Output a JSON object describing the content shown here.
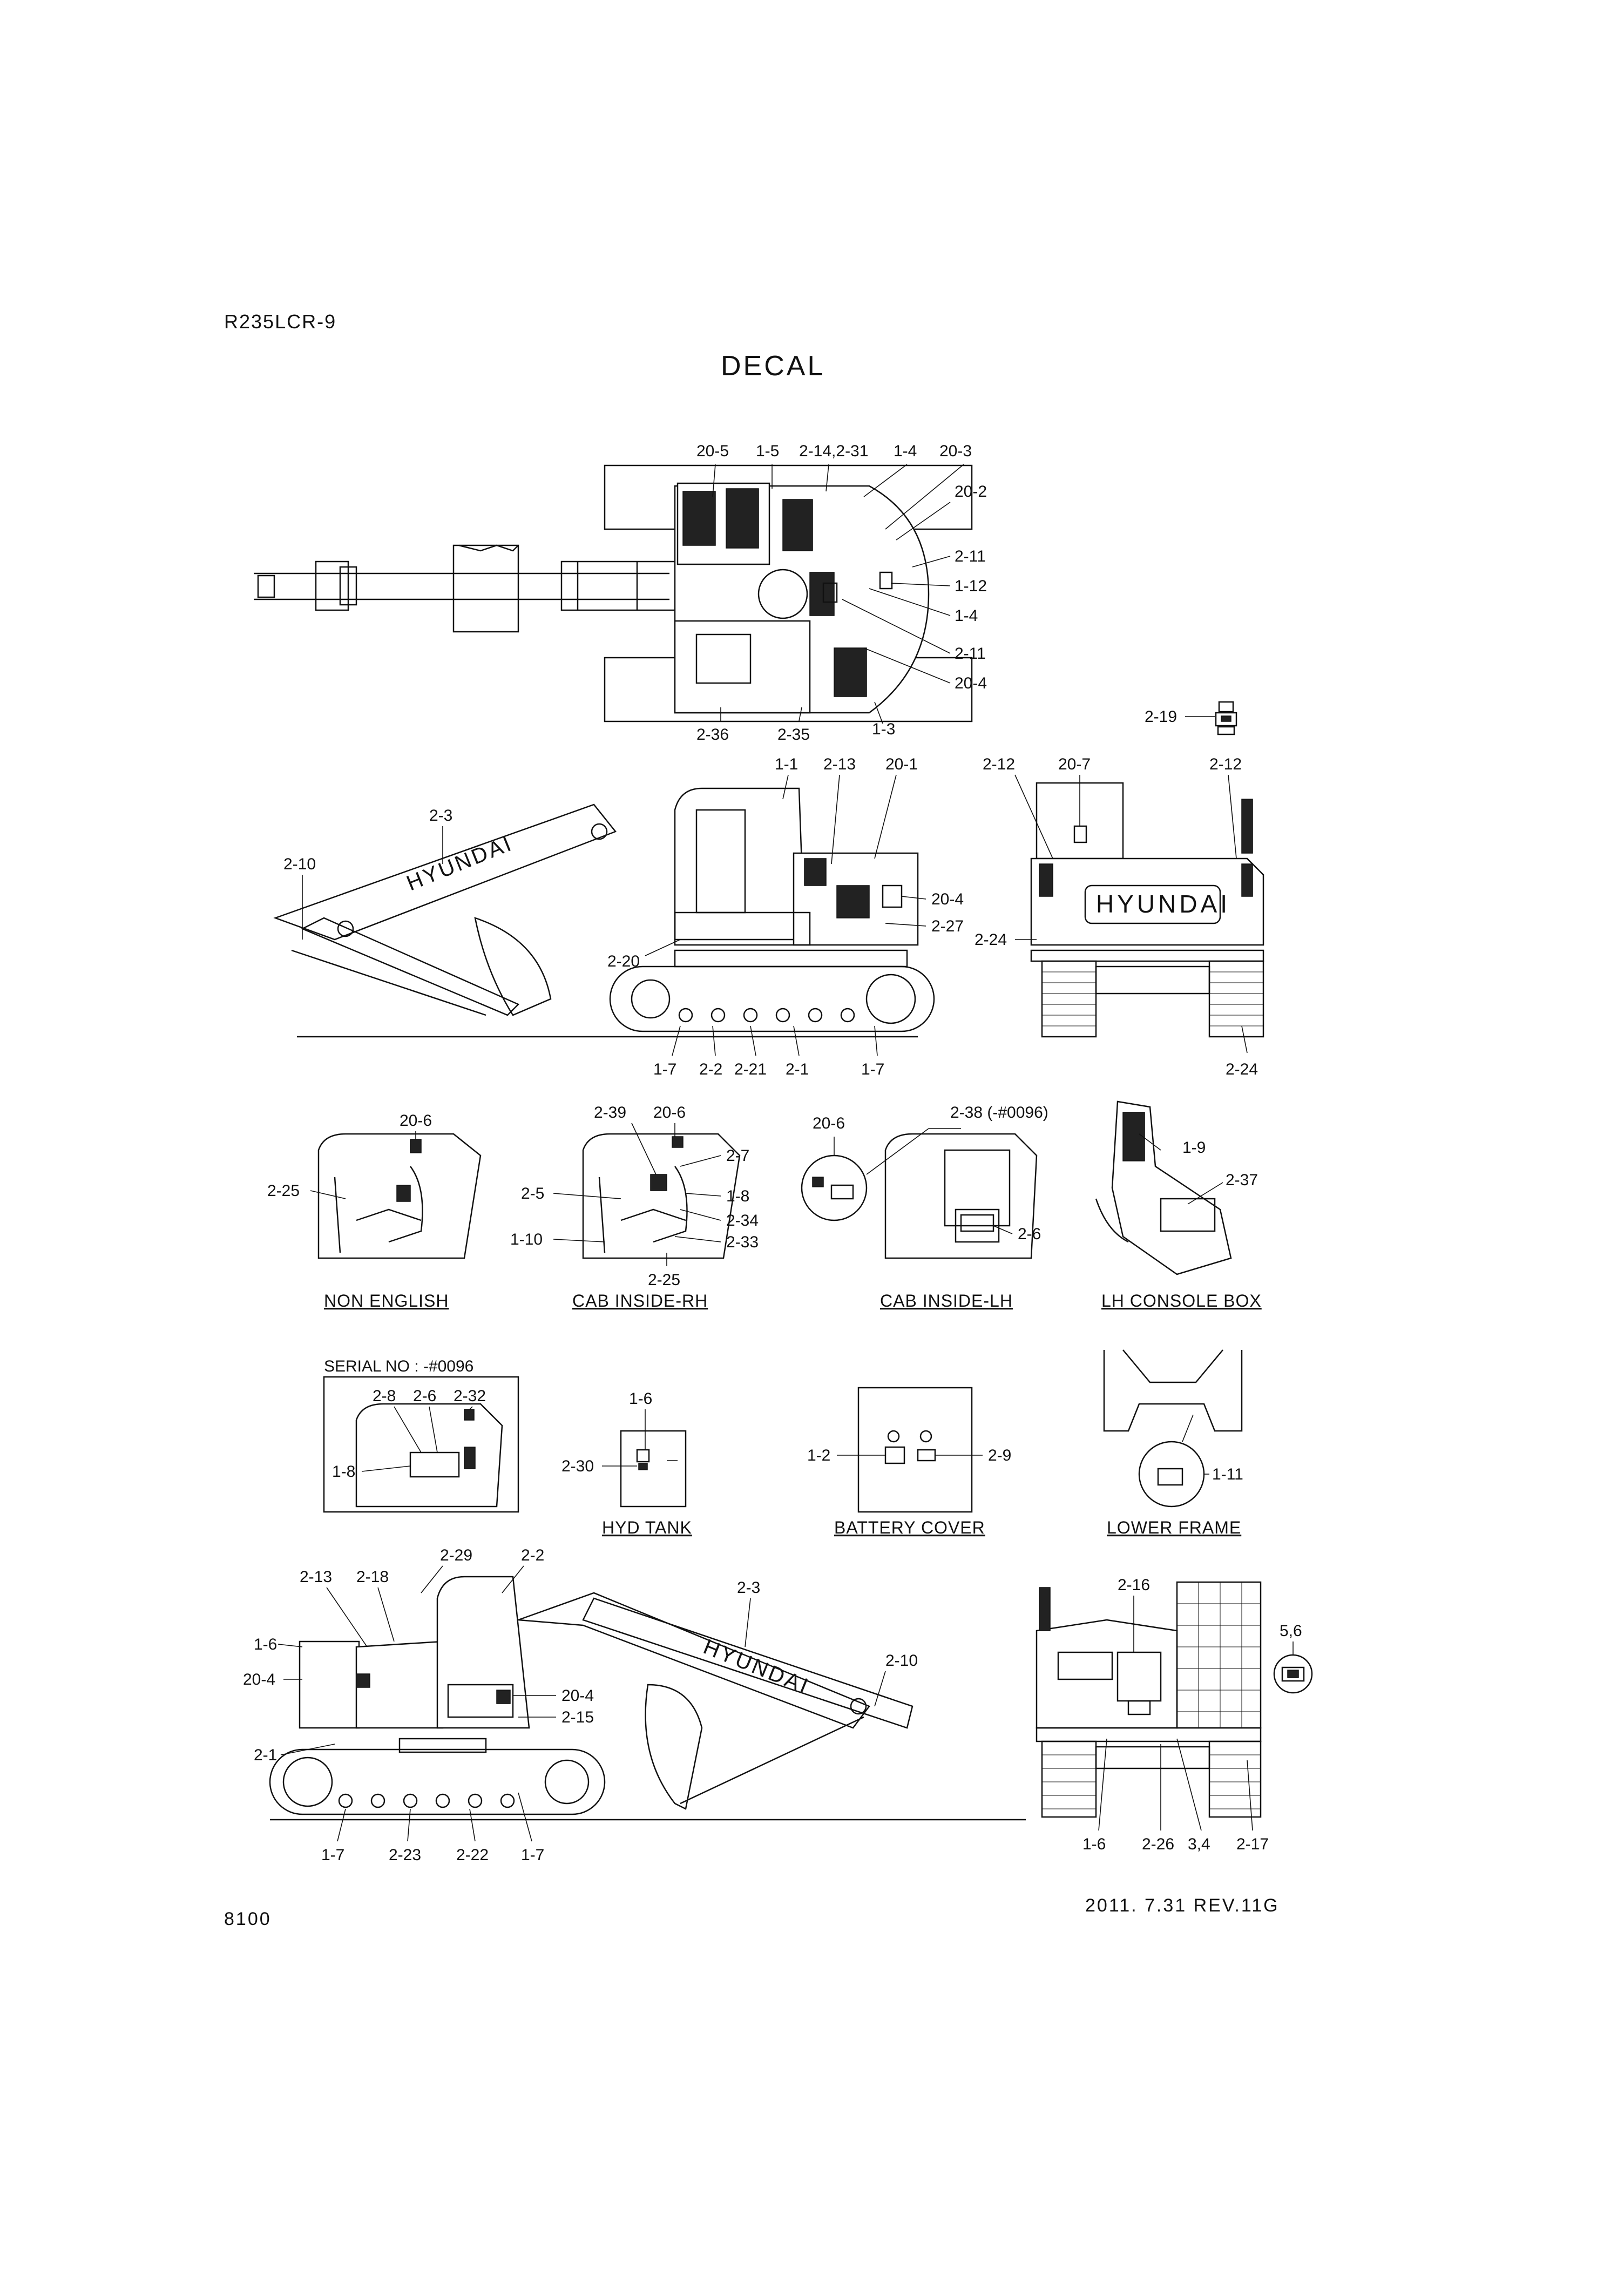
{
  "header": {
    "model": "R235LCR-9",
    "title": "DECAL"
  },
  "footer": {
    "page": "8100",
    "date_rev": "2011. 7.31  REV.11G"
  },
  "brand_text": "HYUNDAI",
  "top_view": {
    "labels": [
      "20-5",
      "1-5",
      "2-14,2-31",
      "1-4",
      "20-3",
      "20-2",
      "2-11",
      "1-12",
      "1-4",
      "2-11",
      "20-4",
      "2-36",
      "2-35",
      "1-3",
      "2-19"
    ]
  },
  "side_view_rh": {
    "labels": [
      "1-1",
      "2-13",
      "20-1",
      "2-3",
      "2-10",
      "20-4",
      "2-27",
      "2-20",
      "1-7",
      "2-2",
      "2-21",
      "2-1",
      "1-7"
    ]
  },
  "rear_view": {
    "labels": [
      "2-12",
      "20-7",
      "2-12",
      "2-24",
      "2-24"
    ]
  },
  "details_row1": {
    "non_english": {
      "caption": "NON ENGLISH",
      "labels": [
        "20-6",
        "2-25"
      ]
    },
    "cab_inside_rh": {
      "caption": "CAB INSIDE-RH",
      "labels": [
        "2-39",
        "20-6",
        "2-7",
        "2-5",
        "1-8",
        "2-34",
        "1-10",
        "2-33",
        "2-25"
      ]
    },
    "cab_inside_lh": {
      "caption": "CAB INSIDE-LH",
      "labels": [
        "20-6",
        "2-38 (-#0096)",
        "2-6"
      ]
    },
    "lh_console_box": {
      "caption": "LH CONSOLE BOX",
      "labels": [
        "1-9",
        "2-37"
      ]
    }
  },
  "details_row2": {
    "serial_box": {
      "title": "SERIAL NO : -#0096",
      "labels": [
        "2-8",
        "2-6",
        "2-32",
        "1-8"
      ]
    },
    "hyd_tank": {
      "caption": "HYD TANK",
      "labels": [
        "1-6",
        "2-30"
      ]
    },
    "battery_cover": {
      "caption": "BATTERY COVER",
      "labels": [
        "1-2",
        "2-9"
      ]
    },
    "lower_frame": {
      "caption": "LOWER FRAME",
      "labels": [
        "1-11"
      ]
    }
  },
  "side_view_lh": {
    "labels": [
      "2-13",
      "2-18",
      "2-29",
      "2-2",
      "2-3",
      "1-6",
      "20-4",
      "2-10",
      "20-4",
      "2-15",
      "2-1",
      "1-7",
      "2-23",
      "2-22",
      "1-7"
    ]
  },
  "front_view": {
    "labels": [
      "2-16",
      "5,6",
      "1-6",
      "2-26",
      "3,4",
      "2-17"
    ]
  }
}
